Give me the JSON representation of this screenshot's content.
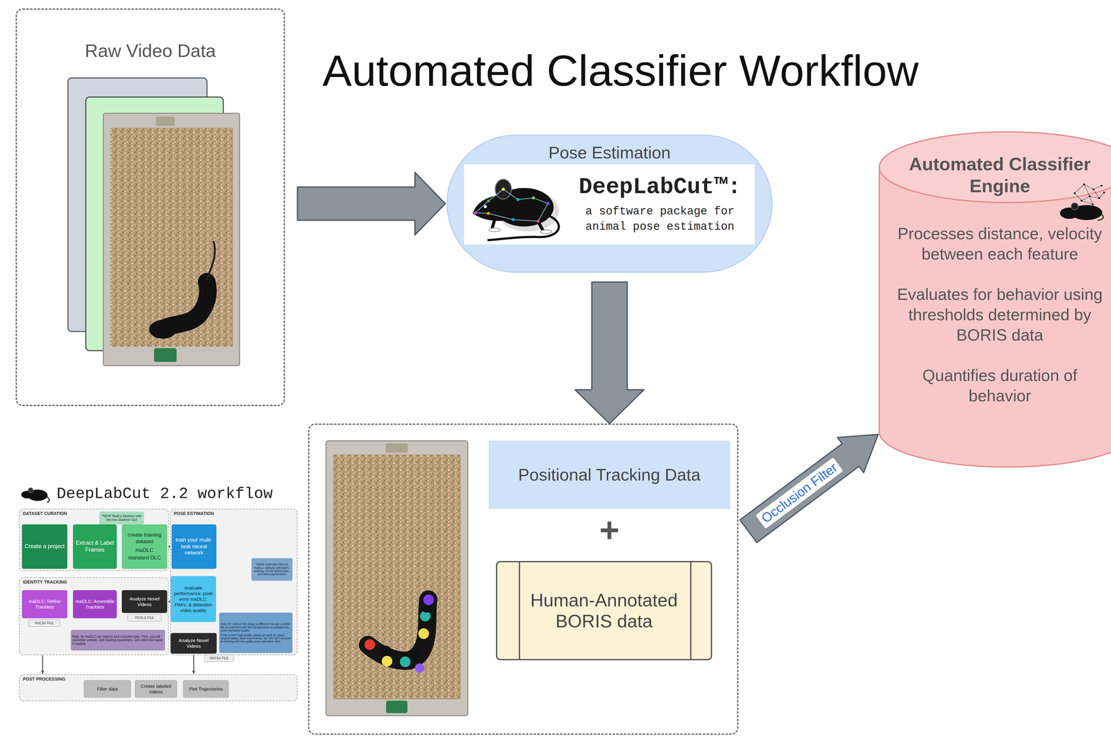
{
  "diagram": {
    "title": "Automated Classifier Workflow",
    "nodes": [
      {
        "text": [
          "Raw Video Data"
        ]
      },
      {
        "text": [
          "Pose Estimation"
        ]
      },
      {
        "text": [
          "DeepLabCut™:",
          "a software package for animal pose estimation"
        ],
        "in": 1
      },
      {
        "text": [
          "Automated Classifier Engine",
          "Processes distance, velocity between each feature",
          "Evaluates for behavior using thresholds determined by BORIS data",
          "Quantifies duration of behavior"
        ]
      },
      {
        "text": [
          "DeepLabCut 2.2 workflow"
        ]
      },
      {
        "text": [
          "DATASET CURATION"
        ],
        "in": 4
      },
      {
        "text": [
          "*NEW* Build a Skeleton with the new Skeleton GUI"
        ],
        "in": 5
      },
      {
        "text": [
          "Create a project"
        ],
        "in": 5
      },
      {
        "text": [
          "Extract & Label Frames"
        ],
        "in": 5
      },
      {
        "text": [
          "create training dataset",
          "maDLC",
          "standard DLC"
        ],
        "in": 5
      },
      {
        "text": [
          "POSE ESTIMATION"
        ],
        "in": 4
      },
      {
        "text": [
          "train your multi-task neural network"
        ],
        "in": 10
      },
      {
        "text": [
          "*NEW* multi-task DNN for maDLC: defaults with batch-training, ADAM optimization, and data augmentation"
        ],
        "in": 10
      },
      {
        "text": [
          "evaluate performance: pixel error maDLC: PAFs, & detection video quality"
        ],
        "in": 10
      },
      {
        "text": [
          "Note, for maDLC this stage is different! You get a pickle file (no H5/CSV) with the full detections to evaluate the pose estimation quality.",
          "If this is NOT high quality, please go back an check original labels, label more frames, etc. DO NOT proceed to tracking with low quality pose estimation data."
        ],
        "in": 10
      },
      {
        "text": [
          "Analyze Novel Videos"
        ],
        "in": 10
      },
      {
        "text": [
          "H5/CSV FILE"
        ],
        "in": 10
      },
      {
        "text": [
          "IDENTITY TRACKING"
        ],
        "in": 4
      },
      {
        "text": [
          "maDLC: Refine Tracklets"
        ],
        "in": 17
      },
      {
        "text": [
          "maDLC: Assemble Tracklets"
        ],
        "in": 17
      },
      {
        "text": [
          "Analyze Novel Videos"
        ],
        "in": 17
      },
      {
        "text": [
          "PICKLE FILE"
        ],
        "in": 17
      },
      {
        "text": [
          "H5/CSV FILE"
        ],
        "in": 17
      },
      {
        "text": [
          "Note, for maDLC you need to pick a tracker type. Then, you will assemble animals, test tracking parameters, and refine the tracks if needed."
        ],
        "in": 17
      },
      {
        "text": [
          "POST PROCESSING"
        ],
        "in": 4
      },
      {
        "text": [
          "Filter data"
        ],
        "in": 24
      },
      {
        "text": [
          "Create labeled videos"
        ],
        "in": 24
      },
      {
        "text": [
          "Plot Trajectories"
        ],
        "in": 24
      },
      {
        "text": [
          "+"
        ]
      },
      {
        "text": [
          "Positional Tracking Data"
        ],
        "in": 28
      },
      {
        "text": [
          "Human-Annotated BORIS data"
        ],
        "in": 28
      }
    ],
    "edges": [
      {
        "from": 0,
        "to": 1,
        "arrow": "to"
      },
      {
        "from": 1,
        "to": 28,
        "arrow": "to"
      },
      {
        "from": 28,
        "to": 3,
        "label": "Occlusion Filter",
        "arrow": "to"
      },
      {
        "from": 7,
        "to": 8,
        "arrow": "to"
      },
      {
        "from": 8,
        "to": 9,
        "arrow": "to"
      },
      {
        "from": 9,
        "to": 11,
        "arrow": "to"
      },
      {
        "from": 11,
        "to": 13,
        "arrow": "to"
      },
      {
        "from": 13,
        "to": 15,
        "arrow": "to"
      },
      {
        "from": 13,
        "to": 20,
        "arrow": "to"
      },
      {
        "from": 20,
        "to": 19,
        "arrow": "to"
      },
      {
        "from": 19,
        "to": 18,
        "arrow": "to"
      },
      {
        "from": 17,
        "to": 24,
        "arrow": "to"
      },
      {
        "from": 15,
        "to": 24,
        "arrow": "to"
      }
    ]
  }
}
